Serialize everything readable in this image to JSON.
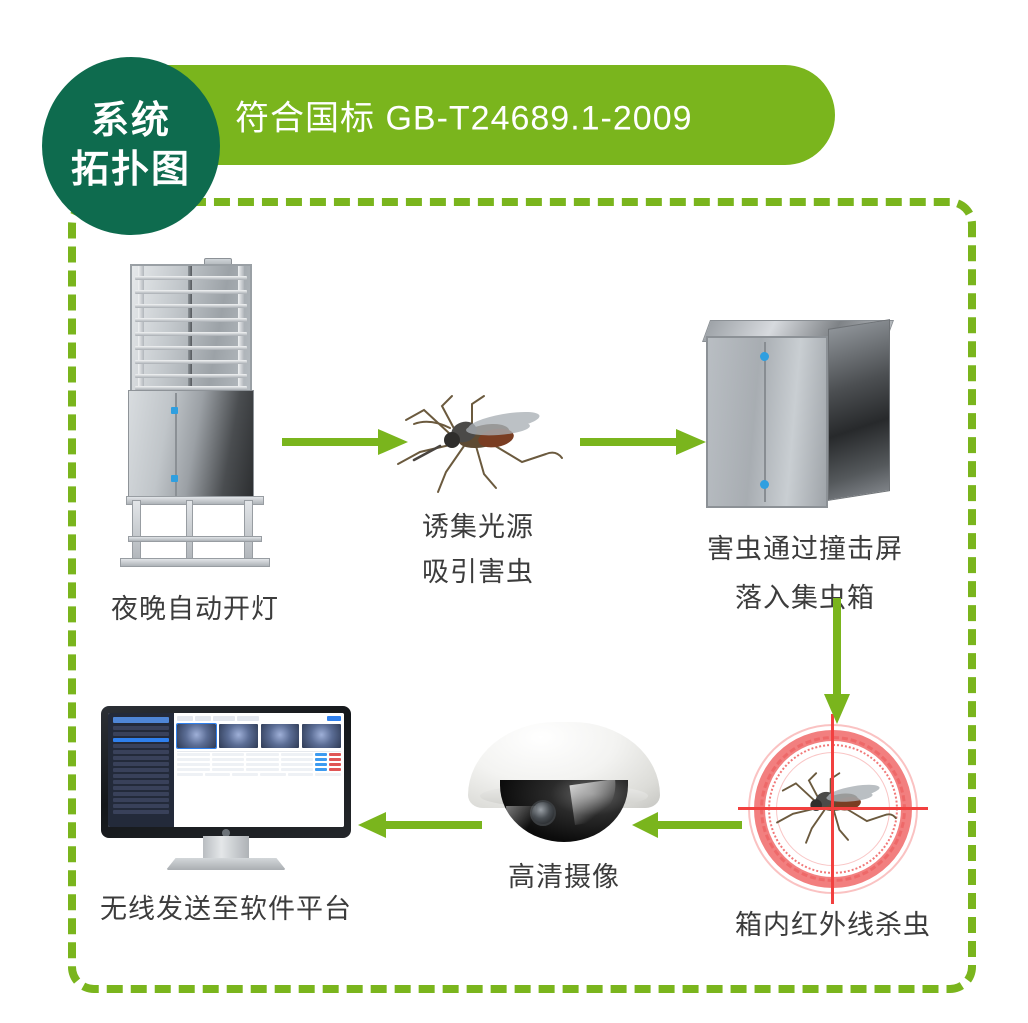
{
  "header": {
    "badge_line_1": "系统",
    "badge_line_2": "拓扑图",
    "banner_text": "符合国标 GB-T24689.1-2009",
    "badge_color": "#0e6b4e",
    "banner_color": "#7ab51d"
  },
  "diagram": {
    "border_color": "#7ab51d",
    "arrow_color": "#7ab51d",
    "caption_color": "#3c3c3c",
    "target_color": "#f2403f"
  },
  "nodes": [
    {
      "id": "trap",
      "icon": "insect-trap-tower",
      "caption": "夜晚自动开灯"
    },
    {
      "id": "mosquito-1",
      "icon": "mosquito",
      "caption_line_1": "诱集光源",
      "caption_line_2": "吸引害虫"
    },
    {
      "id": "collector",
      "icon": "collection-cabinet",
      "caption_line_1": "害虫通过撞击屏",
      "caption_line_2": "落入集虫箱"
    },
    {
      "id": "infrared",
      "icon": "infrared-target-mosquito",
      "caption": "箱内红外线杀虫"
    },
    {
      "id": "camera",
      "icon": "dome-camera",
      "caption": "高清摄像"
    },
    {
      "id": "monitor",
      "icon": "desktop-monitor-dashboard",
      "caption": "无线发送至软件平台"
    }
  ],
  "arrows": [
    {
      "id": "trap-to-mosquito",
      "direction": "right"
    },
    {
      "id": "mosquito-to-collector",
      "direction": "right"
    },
    {
      "id": "collector-to-infrared",
      "direction": "down"
    },
    {
      "id": "infrared-to-camera",
      "direction": "left"
    },
    {
      "id": "camera-to-monitor",
      "direction": "left"
    }
  ]
}
